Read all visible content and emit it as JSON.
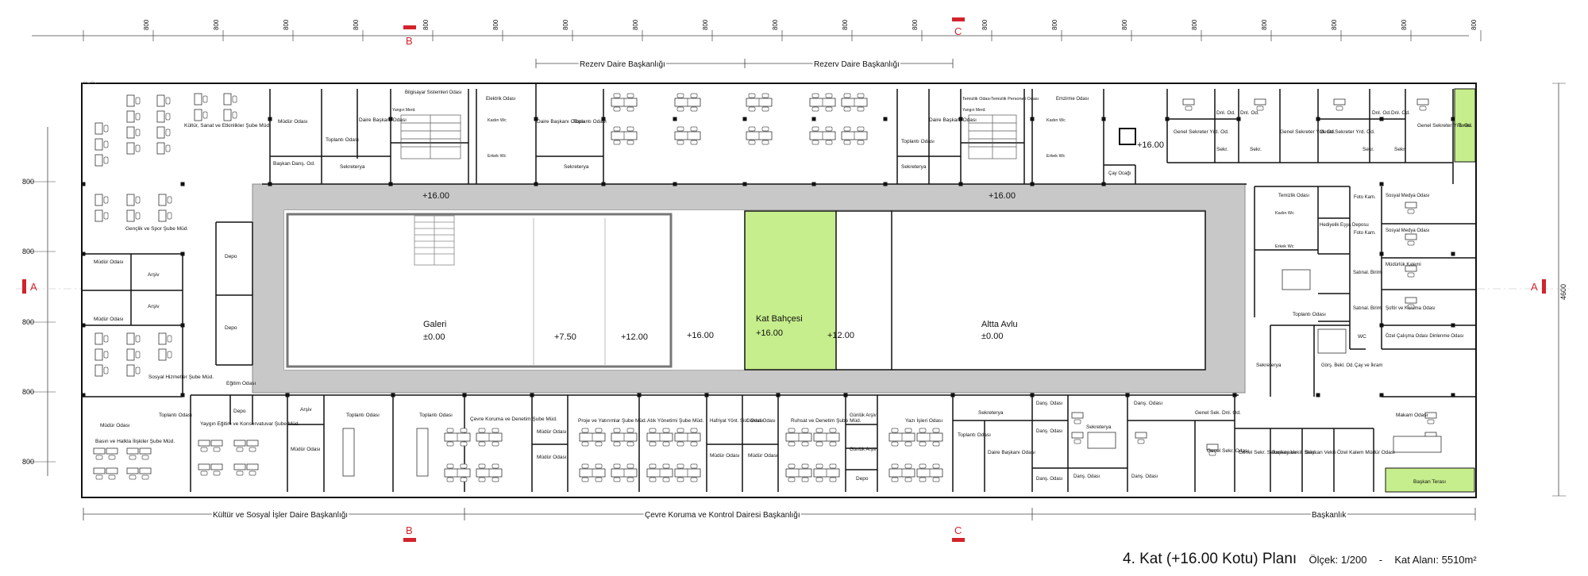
{
  "dimensions": {
    "top": [
      "800",
      "800",
      "800",
      "800",
      "800",
      "800",
      "800",
      "800",
      "800",
      "800",
      "800",
      "800",
      "800",
      "800",
      "800",
      "800",
      "800",
      "800",
      "800",
      "800"
    ],
    "left": [
      "800",
      "800",
      "800",
      "800",
      "800"
    ],
    "right_total": "4600"
  },
  "section_markers": {
    "a": "A",
    "b": "B",
    "c": "C"
  },
  "departments": {
    "rezerv_1": "Rezerv Daire Başkanlığı",
    "rezerv_2": "Rezerv Daire Başkanlığı",
    "kultur": "Kültür ve Sosyal İşler Daire Başkanlığı",
    "cevre": "Çevre Koruma ve Kontrol Dairesi Başkanlığı",
    "baskanlik": "Başkanlık"
  },
  "courtyard": {
    "galeri": "Galeri",
    "galeri_level": "±0.00",
    "level_750": "+7.50",
    "level_1200_a": "+12.00",
    "level_1600_mid": "+16.00",
    "kat_bahcesi": "Kat Bahçesi",
    "kat_bahcesi_level": "+16.00",
    "level_1200_b": "+12.00",
    "altta_avlu": "Altta Avlu",
    "altta_avlu_level": "±0.00",
    "corridor_level_1": "+16.00",
    "corridor_level_2": "+16.00",
    "stair_level": "+16.00"
  },
  "rooms_north": {
    "kultur_sanat": "Kültür, Sanat ve Etkinlikler Şube Müd.",
    "mudur_1": "Müdür Odası",
    "toplanti_1": "Toplantı Odası",
    "daire_baskani_1": "Daire Başkanı Odası",
    "baskan_danis": "Başkan Danş. Od.",
    "sekreterya_1": "Sekreterya",
    "bilgisayar": "Bilgisayar Sistemleri Odası",
    "yangin_1": "Yangın Merd.",
    "elektrik": "Elektrik Odası",
    "kadin_wc_1": "Kadın Wc",
    "erkek_wc_1": "Erkek Wc",
    "daire_baskani_2": "Daire Başkanı Odası",
    "toplanti_2": "Toplantı Odası",
    "sekreterya_2": "Sekreterya",
    "toplanti_3": "Toplantı Odası",
    "daire_baskani_3": "Daire Başkanı Odası",
    "sekreterya_3": "Sekreterya",
    "temizlik_1": "Temizlik Odası",
    "temizlik_personel": "Temizlik Personeli Odası",
    "yangin_2": "Yangın Merd.",
    "emzirme": "Emzirme Odası",
    "kadin_wc_2": "Kadın Wc",
    "erkek_wc_2": "Erkek Wc",
    "cay_ocagi": "Çay Ocağı",
    "genel_sek_yrd_1": "Genel Sekreter Yrd. Od.",
    "dnl_od_1": "Dnl. Od.",
    "dnl_od_2": "Dnl. Od.",
    "sekr_1": "Sekr.",
    "sekr_2": "Sekr.",
    "genel_sek_yrd_2": "Genel Sekreter Yrd. Od.",
    "genel_sek_yrd_3": "Genel Sekreter Yrd. Od.",
    "dnl_od_3": "Dnl. Od.",
    "dnl_od_4": "Dnl. Od.",
    "sekr_3": "Sekr.",
    "sekr_4": "Sekr.",
    "genel_sek_yrd_4": "Genel Sekreter Yrd. Od.",
    "teras": "Teras"
  },
  "rooms_west": {
    "genclik_spor": "Gençlik ve Spor Şube Müd.",
    "mudur_2": "Müdür Odası",
    "arsiv_1": "Arşiv",
    "mudur_3": "Müdür Odası",
    "arsiv_2": "Arşiv",
    "depo_1": "Depo",
    "depo_2": "Depo",
    "sosyal_hizmetler": "Sosyal Hizmetler Şube Müd.",
    "egitim_odasi": "Eğitim Odası"
  },
  "rooms_south": {
    "mudur_4": "Müdür Odası",
    "toplanti_4": "Toplantı Odası",
    "basin_halkla": "Basın ve Halkla İlişkiler Şube Müd.",
    "yaygin_egitim": "Yaygın Eğitim ve Konservatuvar Şube Müd.",
    "depo_3": "Depo",
    "arsiv_3": "Arşiv",
    "mudur_5": "Müdür Odası",
    "toplanti_5": "Toplantı Odası",
    "toplanti_6": "Toplantı Odası",
    "cevre_koruma_denetim": "Çevre Koruma ve Denetim Şube Müd.",
    "mudur_6": "Müdür Odası",
    "mudur_7": "Müdür Odası",
    "proje_yatirimlar": "Proje ve Yatırımlar Şube Müd.",
    "atik_yonetimi": "Atık Yönetimi Şube Müd.",
    "hafriyat": "Hafriyat Yönt. Sist. Odası",
    "gorevli": "Görevli Odası",
    "mudur_8": "Müdür Odası",
    "mudur_9": "Müdür Odası",
    "ruhsat": "Ruhsat ve Denetim Şube Müd.",
    "gunluk_arsiv_1": "Günlük Arşiv",
    "gunluk_arsiv_2": "Günlük Arşiv",
    "depo_4": "Depo",
    "yazi_isleri": "Yazı İşleri Odası",
    "sekreterya_4": "Sekreterya",
    "toplanti_7": "Toplantı Odası",
    "daire_baskani_4": "Daire Başkanı Odası",
    "danis_1": "Danş. Odası",
    "danis_2": "Danş. Odası",
    "danis_3": "Danş. Odası",
    "danis_4": "Danş. Odası",
    "danis_5": "Danş. Odası",
    "sekreterya_5": "Sekreterya",
    "genel_sek_dnl": "Genel Sek. Dnl. Od.",
    "genel_sek_odasi": "Genel Sekr. Odası",
    "genel_sek_sekreteryasi": "Genel Sekr. Sekreteryası",
    "baskan_vekili_sekr": "Başkan Vekili Sekr.",
    "baskan_vekili": "Başkan Vekili",
    "ozel_kalem": "Özel Kalem Müdür Odası",
    "makam": "Makam Odası",
    "baskan_terasi": "Başkan Terası"
  },
  "rooms_east": {
    "temizlik_2": "Temizlik Odası",
    "kadin_wc_3": "Kadın Wc",
    "erkek_wc_3": "Erkek Wc",
    "hediyelik": "Hediyelik Eşya Deposu",
    "foto_1": "Foto Kam.",
    "foto_2": "Foto Kam.",
    "sosyal_medya_1": "Sosyal Medya Odası",
    "sosyal_medya_2": "Sosyal Medya Odası",
    "mudurluk_kalemi": "Müdürlük Kalemi",
    "satinal_1": "Satınal. Birimi",
    "satinal_2": "Satınal. Birimi",
    "toplanti_8": "Toplantı Odası",
    "soför": "Şoför ve Koruma Odası",
    "wc": "WC",
    "ozel_calisma": "Özel Çalışma Odası Dinlenme Odası",
    "gorus_bekl": "Görş. Bekl. Od.",
    "cay_ikram": "Çay ve İkram",
    "sekreterya_6": "Sekreterya"
  },
  "title": {
    "main": "4. Kat (+16.00 Kotu) Planı",
    "scale": "Ölçek: 1/200",
    "separator": "-",
    "area": "Kat Alanı: 5510m²"
  },
  "colors": {
    "corridor": "#c8c8c8",
    "garden": "#c6ee8c",
    "section_marker": "#d3232b",
    "wall": "#111111"
  }
}
